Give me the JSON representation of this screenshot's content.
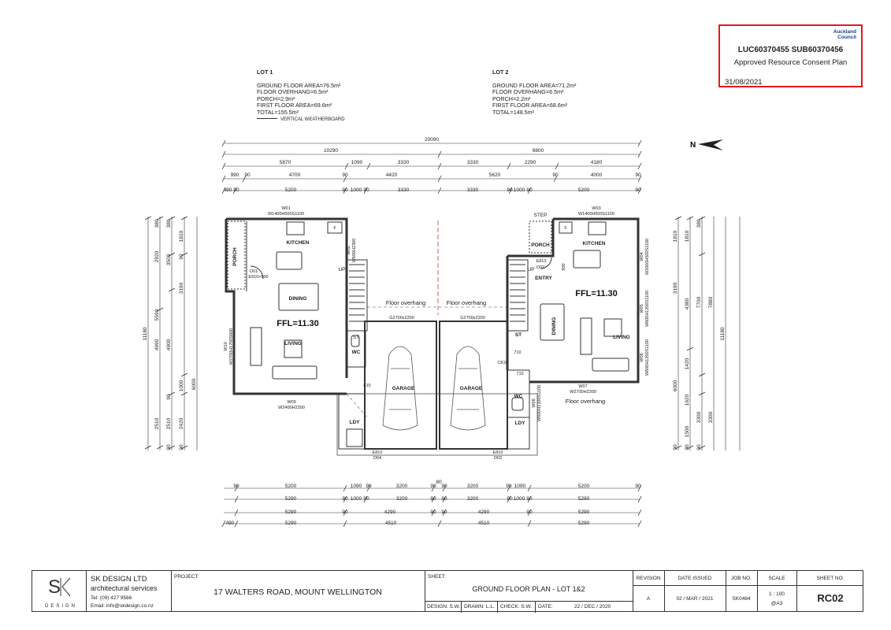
{
  "stamp": {
    "org_line1": "Auckland",
    "org_line2": "Council",
    "code": "LUC60370455 SUB60370456",
    "approved": "Approved Resource Consent Plan",
    "date": "31/08/2021",
    "color": "#e01a22"
  },
  "lot1": {
    "title": "LOT 1",
    "lines": [
      "GROUND FLOOR AREA=76.5m²",
      "FLOOR OVERHANG=6.5m²",
      "PORCH=2.9m²",
      "FIRST FLOOR AREA=69.6m²",
      "TOTAL=155.5m²"
    ],
    "legend": "VERTICAL WEATHERBOARD"
  },
  "lot2": {
    "title": "LOT 2",
    "lines": [
      "GROUND FLOOR AREA=71.2m²",
      "FLOOR OVERHANG=6.5m²",
      "PORCH=2.2m²",
      "FIRST FLOOR AREA=68.6m²",
      "TOTAL=148.5m²"
    ]
  },
  "plan": {
    "top_dims": {
      "overall": "20090",
      "row2": [
        "10290",
        "9800"
      ],
      "row3": [
        "5870",
        "1090",
        "3330",
        "3330",
        "2290",
        "4180"
      ],
      "row4": [
        "990",
        "90",
        "4700",
        "90",
        "4420",
        "5620",
        "90",
        "4000",
        "90"
      ],
      "row5": [
        "490",
        "90",
        "5200",
        "90",
        "1000",
        "90",
        "3330",
        "3330",
        "90",
        "1000",
        "90",
        "5200",
        "90"
      ]
    },
    "bottom_dims": {
      "row1": [
        "90",
        "5200",
        "1090",
        "90",
        "3200",
        "90",
        "80",
        "90",
        "3200",
        "90",
        "1090",
        "5200",
        "90"
      ],
      "row2": [
        "5290",
        "90",
        "1000",
        "90",
        "3200",
        "90",
        "90",
        "3200",
        "90",
        "1000",
        "90",
        "5290"
      ],
      "row3": [
        "5290",
        "90",
        "4290",
        "90",
        "90",
        "4290",
        "90",
        "5290"
      ],
      "row4": [
        "490",
        "5290",
        "4510",
        "4510",
        "5290"
      ]
    },
    "left_dims": [
      "11180",
      "4990",
      "5590",
      "2920",
      "3500",
      "1810",
      "380",
      "90",
      "3190",
      "4900",
      "6000",
      "1000",
      "90",
      "2510",
      "2510",
      "2420",
      "90",
      "90",
      "380"
    ],
    "right_dims": [
      "11180",
      "7880",
      "7700",
      "4380",
      "3190",
      "1810",
      "1810",
      "6000",
      "1420",
      "3300",
      "3300",
      "1620",
      "1500",
      "90",
      "90",
      "90",
      "380"
    ],
    "rooms": {
      "kitchen1": "KITCHEN",
      "porch1": "PORCH",
      "dining1": "DINING",
      "living1": "LIVING",
      "wc1": "WC",
      "ldy1": "LDY",
      "garage1": "GARAGE",
      "garage2": "GARAGE",
      "kitchen2": "KITCHEN",
      "porch2": "PORCH",
      "entry2": "ENTRY",
      "dining2": "DINING",
      "living2": "LIVING",
      "st2": "ST",
      "wc2": "WC",
      "ldy2": "LDY",
      "step2": "STEP",
      "up1": "UP",
      "up2": "UP",
      "st1_label": "ST"
    },
    "ffl1": "FFL=11.30",
    "ffl2": "FFL=11.30",
    "overhang1": "Floor overhang",
    "overhang2": "Floor overhang",
    "overhang3": "Floor overhang",
    "openings": {
      "w01": "W01",
      "w01s": "W1400H500S1100",
      "w02": "W02",
      "w02s": "W600H2300",
      "w03": "W03",
      "w03s": "W1400H500S1100",
      "w04": "W04",
      "w04s": "W2000H500S1100",
      "w05": "W05",
      "w05s": "W600H1200S1100",
      "w06": "W06",
      "w06s": "W600H1200S1100",
      "w07": "W07",
      "w07s": "W2700H2300",
      "w08": "W08",
      "w08s": "W600H1200S1100",
      "w09": "W09",
      "w09s": "W2400H2300",
      "w10": "W10",
      "w10s": "W2700H1700S600",
      "d01": "D01",
      "d01s": "E910+500",
      "d02": "D02",
      "e810a": "E810",
      "g1": "G2700x2200",
      "g2": "G2700x2200",
      "d03": "D03",
      "d04": "D04",
      "e810b": "E810",
      "e810c": "E810",
      "c810": "C810",
      "n710a": "710",
      "n710b": "710",
      "n810": "810",
      "n900": "900",
      "f1": "F",
      "f2": "F"
    }
  },
  "titleblock": {
    "firm": "SK DESIGN LTD",
    "firm_sub": "architectural services",
    "tel": "Tel: (09) 427 9566",
    "email": "Email: info@skdesign.co.nz",
    "logo_text": "DESIGN",
    "project_label": "PROJECT:",
    "project": "17 WALTERS ROAD, MOUNT WELLINGTON",
    "sheet_label": "SHEET:",
    "sheet": "GROUND FLOOR PLAN - LOT 1&2",
    "design": "DESIGN: S.W.",
    "drawn": "DRAWN: L.L.",
    "check": "CHECK: S.W.",
    "date_label": "DATE:",
    "date": "22 / DEC / 2020",
    "revision_label": "REVISION",
    "date_issued_label": "DATE ISSUED",
    "jobno_label": "JOB NO.",
    "scale_label": "SCALE",
    "sheetno_label": "SHEET NO.",
    "revision": "A",
    "date_issued": "02 / MAR / 2021",
    "jobno": "SK0484",
    "scale": "1 : 100",
    "scale_sub": "@A3",
    "sheetno": "RC02"
  }
}
